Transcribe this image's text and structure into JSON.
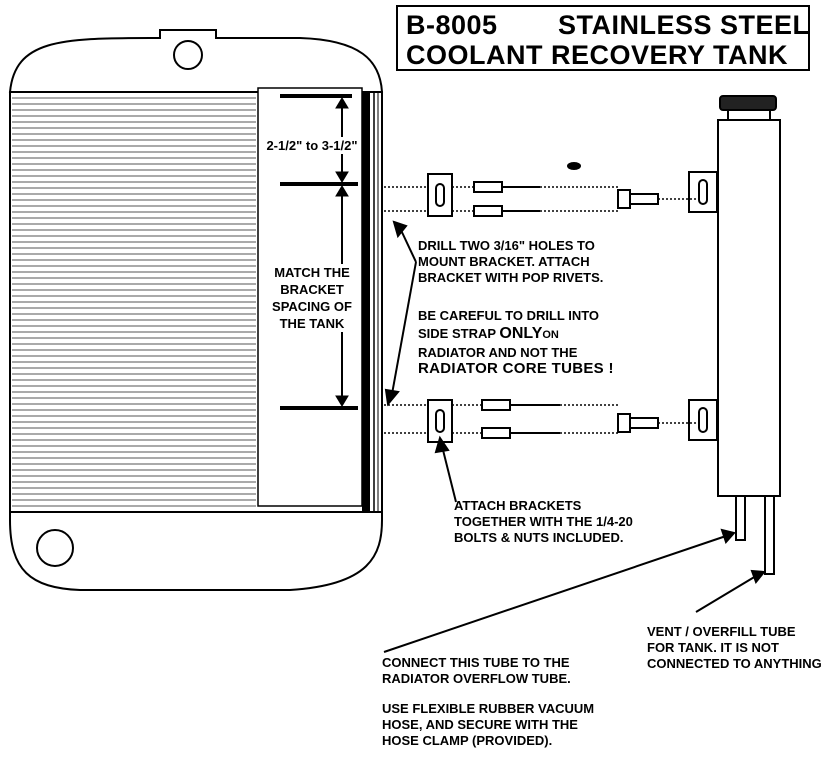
{
  "title": {
    "code": "B-8005",
    "line1": "STAINLESS STEEL",
    "line2": "COOLANT RECOVERY TANK"
  },
  "dimension_label": "2-1/2\" to 3-1/2\"",
  "match_label": {
    "l1": "MATCH THE",
    "l2": "BRACKET",
    "l3": "SPACING OF",
    "l4": "THE TANK"
  },
  "drill_note": {
    "l1": "DRILL TWO 3/16\" HOLES TO",
    "l2": "MOUNT BRACKET.  ATTACH",
    "l3": "BRACKET WITH POP RIVETS."
  },
  "careful_note": {
    "l1": "BE CAREFUL TO DRILL INTO",
    "l2a": "SIDE STRAP ",
    "l2b": "ONLY",
    "l2c": "ON",
    "l3": "RADIATOR AND NOT THE",
    "l4": "RADIATOR CORE TUBES !"
  },
  "attach_note": {
    "l1": "ATTACH BRACKETS",
    "l2": "TOGETHER WITH THE 1/4-20",
    "l3": "BOLTS & NUTS INCLUDED."
  },
  "vent_note": {
    "l1": "VENT / OVERFILL TUBE",
    "l2": "FOR TANK.  IT IS NOT",
    "l3": "CONNECTED TO ANYTHING."
  },
  "connect_note": {
    "l1": "CONNECT THIS TUBE TO THE",
    "l2": "RADIATOR OVERFLOW TUBE.",
    "l3": "USE FLEXIBLE RUBBER VACUUM",
    "l4": "HOSE,  AND SECURE WITH THE",
    "l5": "HOSE CLAMP (PROVIDED)."
  },
  "colors": {
    "ink": "#000000",
    "paper": "#ffffff",
    "fin": "#555555"
  }
}
